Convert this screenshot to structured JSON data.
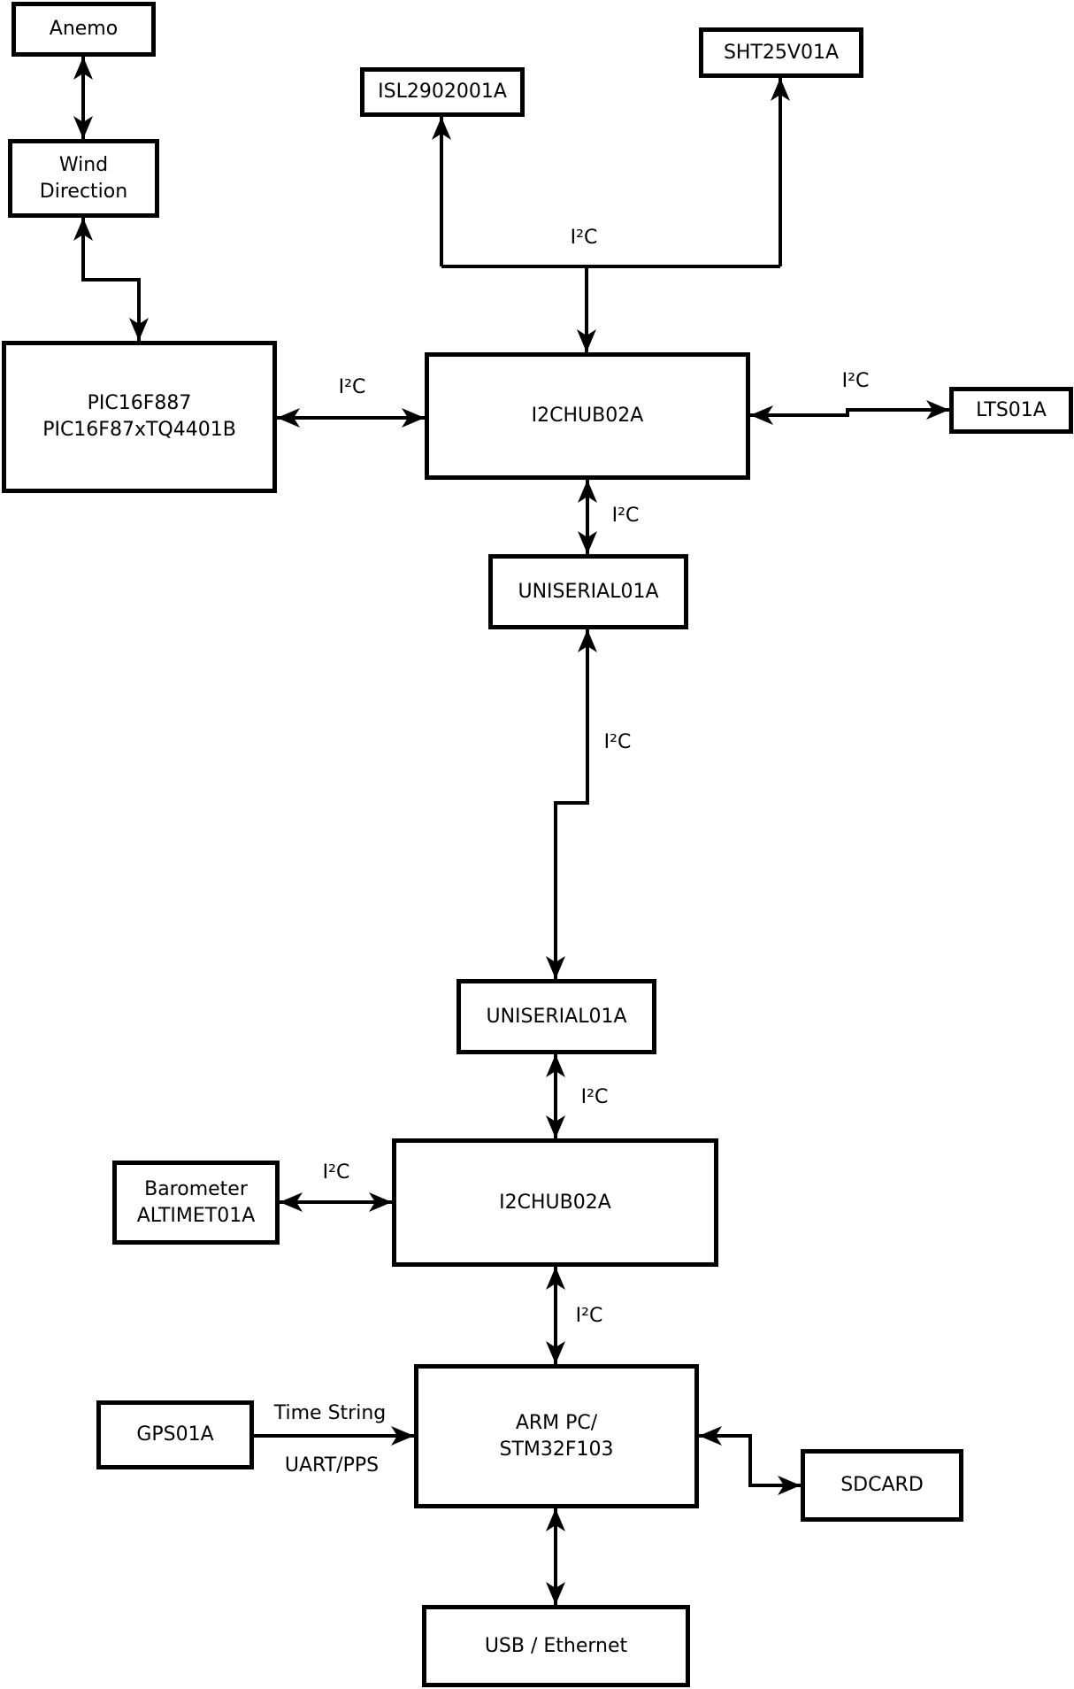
{
  "nodes": {
    "anemo": {
      "label": "Anemo"
    },
    "wind_direction": {
      "line1": "Wind",
      "line2": "Direction"
    },
    "isl": {
      "label": "ISL2902001A"
    },
    "sht": {
      "label": "SHT25V01A"
    },
    "pic": {
      "line1": "PIC16F887",
      "line2": "PIC16F87xTQ4401B"
    },
    "hub1": {
      "label": "I2CHUB02A"
    },
    "lts": {
      "label": "LTS01A"
    },
    "uniserial1": {
      "label": "UNISERIAL01A"
    },
    "uniserial2": {
      "label": "UNISERIAL01A"
    },
    "hub2": {
      "label": "I2CHUB02A"
    },
    "barometer": {
      "line1": "Barometer",
      "line2": "ALTIMET01A"
    },
    "arm": {
      "line1": "ARM PC/",
      "line2": "STM32F103"
    },
    "gps": {
      "label": "GPS01A"
    },
    "sdcard": {
      "label": "SDCARD"
    },
    "usb": {
      "label": "USB / Ethernet"
    }
  },
  "edge_labels": {
    "bus_top": "I²C",
    "pic_hub1": "I²C",
    "hub1_lts": "I²C",
    "hub1_uniserial1": "I²C",
    "uniserial_link": "I²C",
    "uniserial2_hub2": "I²C",
    "barometer_hub2": "I²C",
    "hub2_arm": "I²C",
    "gps_time": "Time String",
    "gps_uart": "UART/PPS"
  },
  "colors": {
    "line": "#000000",
    "background": "#ffffff",
    "box_fill": "#ffffff"
  }
}
